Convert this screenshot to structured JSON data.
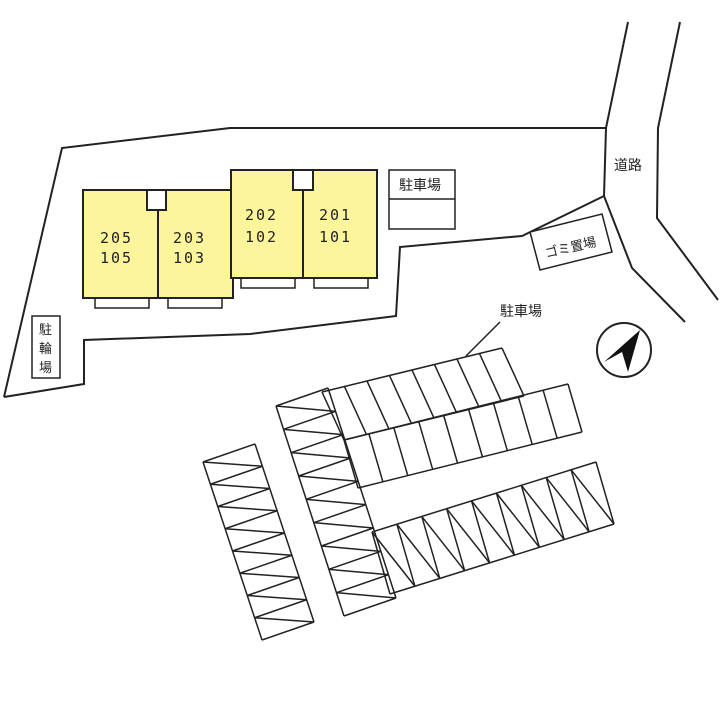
{
  "labels": {
    "road": "道路",
    "garbage": "ゴミ置場",
    "parking_top": "駐車場",
    "parking_lot": "駐車場",
    "bicycle": [
      "駐",
      "輪",
      "場"
    ]
  },
  "units": [
    {
      "upper": "205",
      "lower": "105"
    },
    {
      "upper": "203",
      "lower": "103"
    },
    {
      "upper": "202",
      "lower": "102"
    },
    {
      "upper": "201",
      "lower": "101"
    }
  ],
  "colors": {
    "unit_fill": "#fdf59b",
    "line": "#222222",
    "background": "#ffffff"
  },
  "compass": {
    "icon": "north-arrow-icon"
  }
}
